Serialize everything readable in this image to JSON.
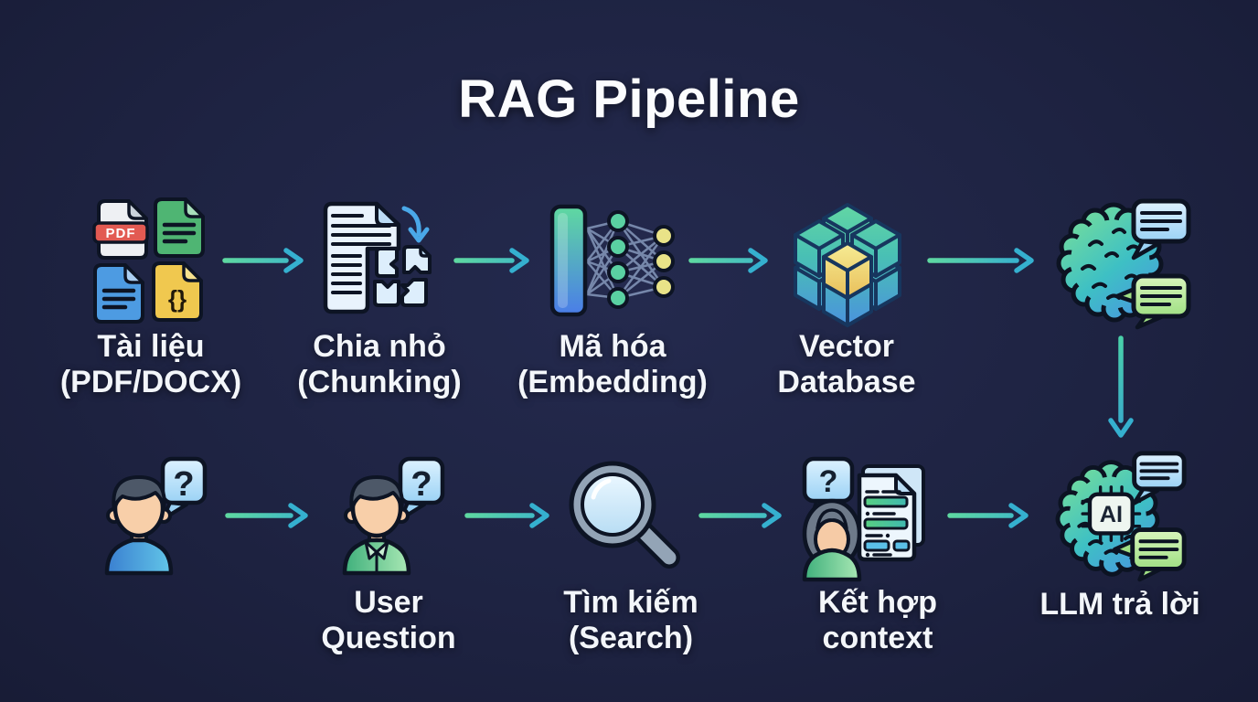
{
  "title": "RAG Pipeline",
  "colors": {
    "background": "#1e2342",
    "arrow_green": "#5fd9a0",
    "arrow_teal": "#38b2cf",
    "text": "#f3f6fa",
    "pdf_red": "#e25a52",
    "file_green": "#4fb573",
    "file_blue": "#4d9be2",
    "file_yellow": "#f0c84f"
  },
  "icon_texts": {
    "pdf_badge": "PDF",
    "json_braces": "{}",
    "question_mark": "?",
    "ai_chip": "AI"
  },
  "top_row": {
    "steps": [
      {
        "name": "documents",
        "line1": "Tài liệu",
        "line2": "(PDF/DOCX)"
      },
      {
        "name": "chunking",
        "line1": "Chia nhỏ",
        "line2": "(Chunking)"
      },
      {
        "name": "embedding",
        "line1": "Mã hóa",
        "line2": "(Embedding)"
      },
      {
        "name": "vector-database",
        "line1": "Vector",
        "line2": "Database"
      },
      {
        "name": "brain-chat",
        "line1": "",
        "line2": ""
      }
    ]
  },
  "bottom_row": {
    "steps": [
      {
        "name": "user",
        "line1": "",
        "line2": ""
      },
      {
        "name": "user-question",
        "line1": "User",
        "line2": "Question"
      },
      {
        "name": "search",
        "line1": "Tìm kiếm",
        "line2": "(Search)"
      },
      {
        "name": "combine-context",
        "line1": "Kết hợp",
        "line2": "context"
      },
      {
        "name": "llm-answer",
        "line1": "LLM trả lời",
        "line2": ""
      }
    ]
  }
}
